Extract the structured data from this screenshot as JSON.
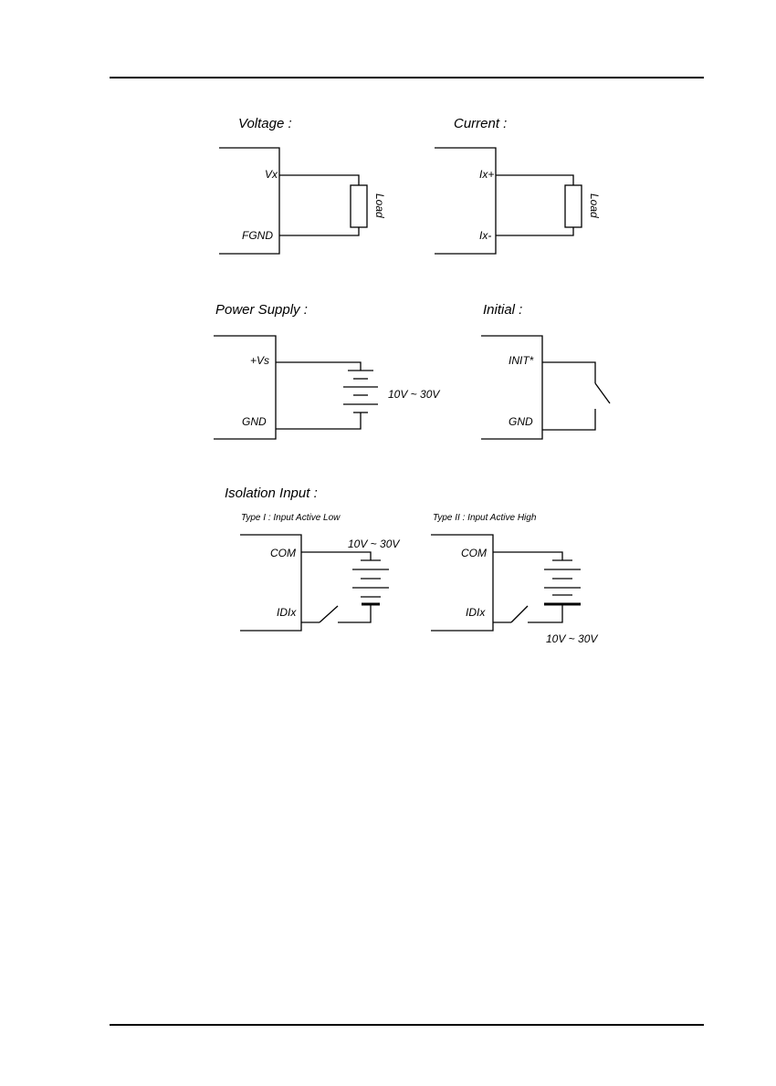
{
  "voltage": {
    "title": "Voltage :",
    "pin1": "Vx",
    "pin2": "FGND",
    "load": "Load"
  },
  "current": {
    "title": "Current :",
    "pin1": "Ix+",
    "pin2": "Ix-",
    "load": "Load"
  },
  "power": {
    "title": "Power Supply :",
    "pin1": "+Vs",
    "pin2": "GND",
    "range": "10V ~ 30V"
  },
  "initial": {
    "title": "Initial :",
    "pin1": "INIT*",
    "pin2": "GND"
  },
  "isolation": {
    "title": "Isolation Input :",
    "type1": {
      "subtitle": "Type I : Input Active Low",
      "pin1": "COM",
      "pin2": "IDIx",
      "range": "10V ~ 30V"
    },
    "type2": {
      "subtitle": "Type II : Input Active High",
      "pin1": "COM",
      "pin2": "IDIx",
      "range": "10V ~ 30V"
    }
  }
}
